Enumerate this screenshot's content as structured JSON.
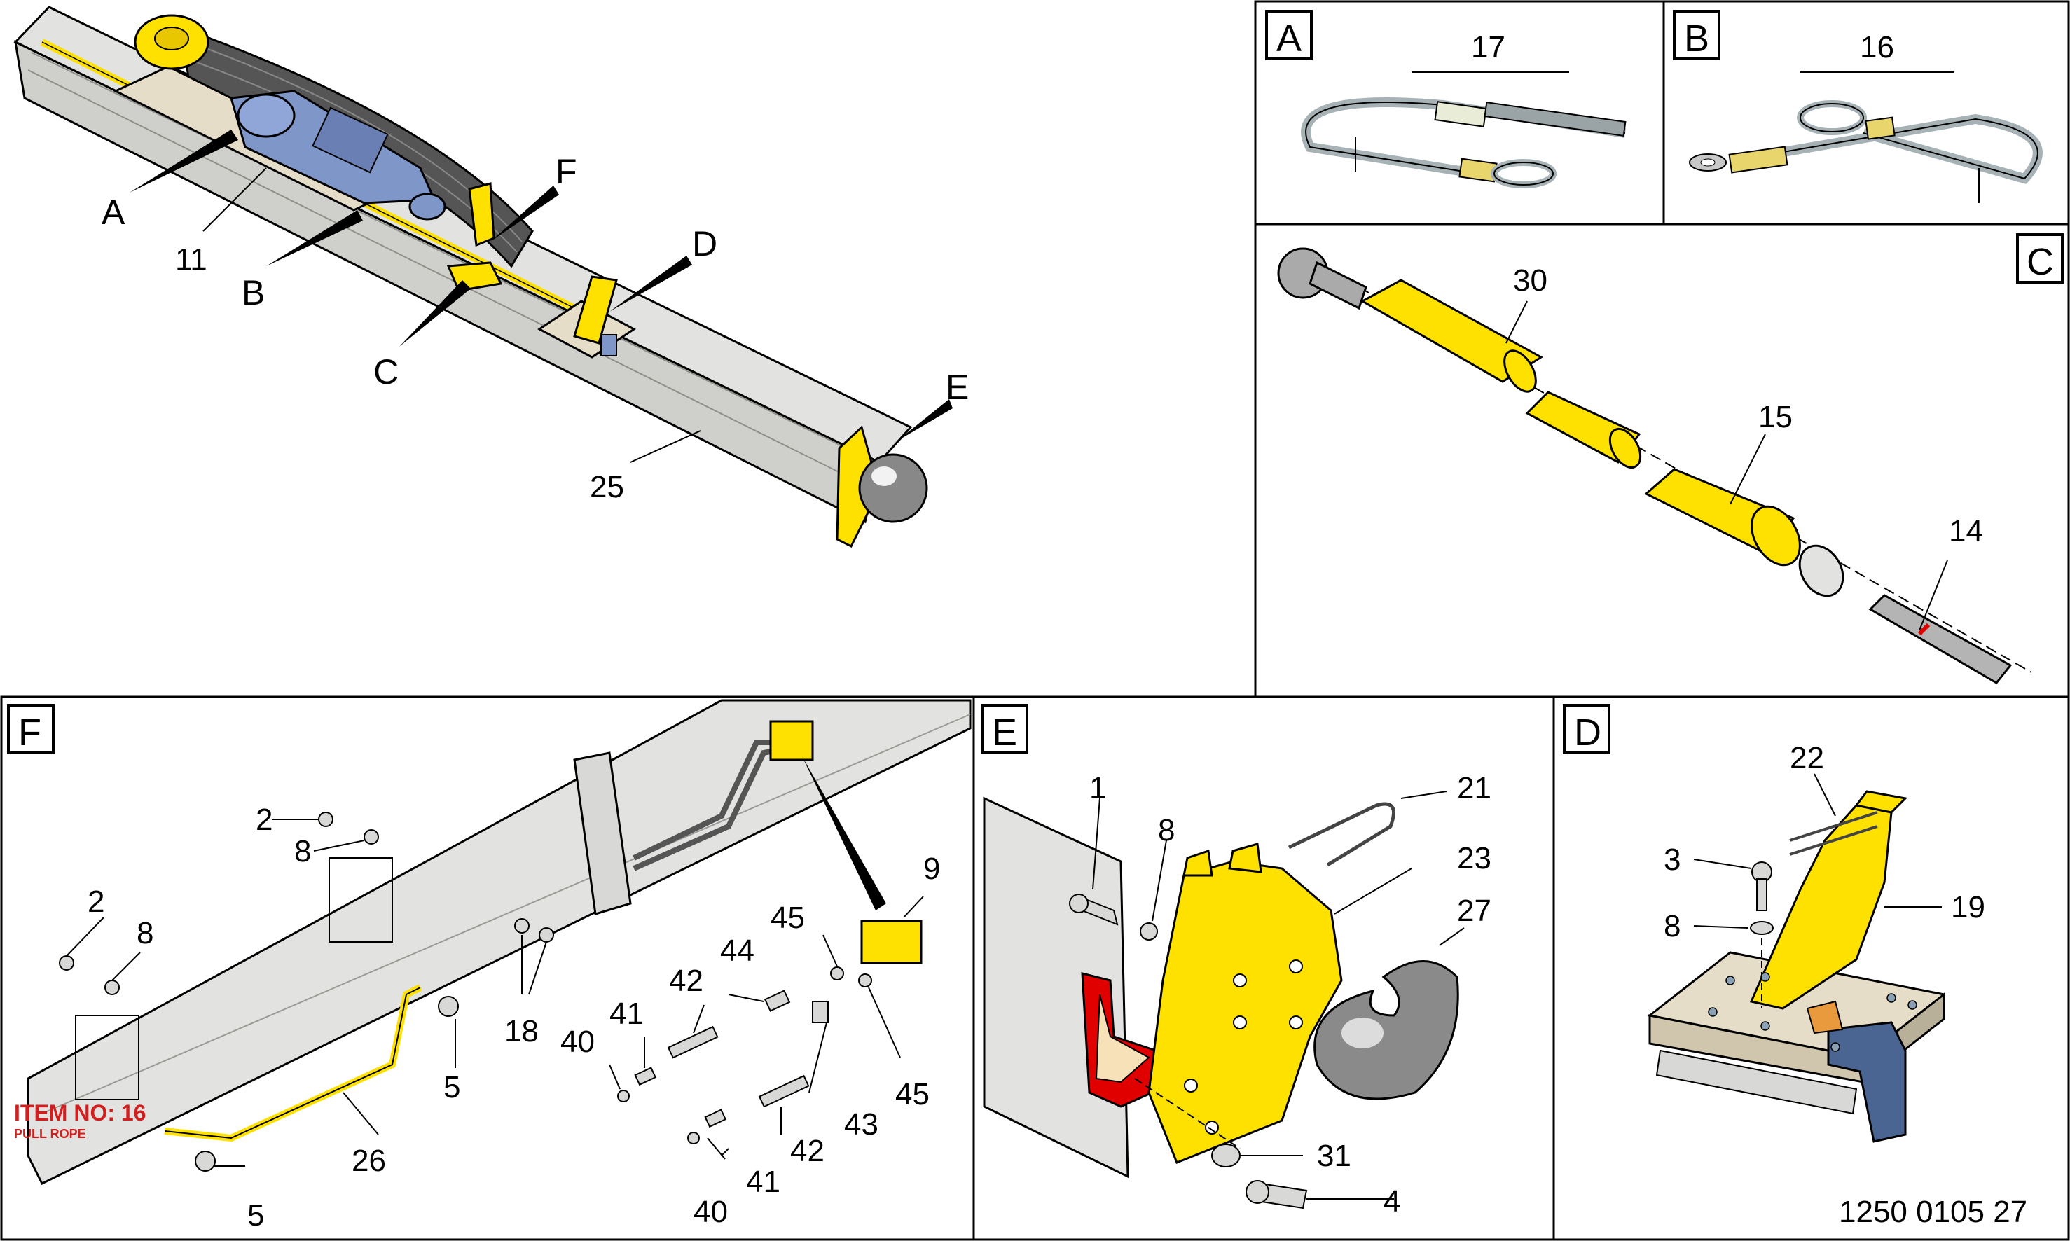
{
  "colors": {
    "yellow": "#ffe100",
    "rail": "#e2e2e0",
    "rail_dark": "#b9b9b5",
    "motor_blue": "#7f96c9",
    "bracket_blue": "#4a6592",
    "red": "#e00000",
    "rope": "#a6b2b5",
    "outline": "#000000"
  },
  "sheet_number": "1250 0105 27",
  "overview": {
    "letters": [
      "A",
      "B",
      "C",
      "D",
      "E",
      "F"
    ],
    "numbers": [
      "11",
      "25"
    ]
  },
  "panel_a": {
    "box": "A",
    "numbers": [
      "17"
    ]
  },
  "panel_b": {
    "box": "B",
    "numbers": [
      "16"
    ]
  },
  "panel_c": {
    "box": "C",
    "numbers": [
      "30",
      "15",
      "14"
    ]
  },
  "panel_f": {
    "box": "F",
    "item_title": "ITEM NO: 16",
    "item_subtitle": "PULL ROPE",
    "numbers": [
      "2",
      "8",
      "2",
      "8",
      "5",
      "5",
      "26",
      "18",
      "9",
      "45",
      "45",
      "44",
      "42",
      "42",
      "41",
      "41",
      "40",
      "40",
      "43"
    ]
  },
  "panel_e": {
    "box": "E",
    "numbers": [
      "1",
      "8",
      "21",
      "23",
      "27",
      "31",
      "4"
    ]
  },
  "panel_d": {
    "box": "D",
    "numbers": [
      "22",
      "3",
      "8",
      "19"
    ]
  }
}
